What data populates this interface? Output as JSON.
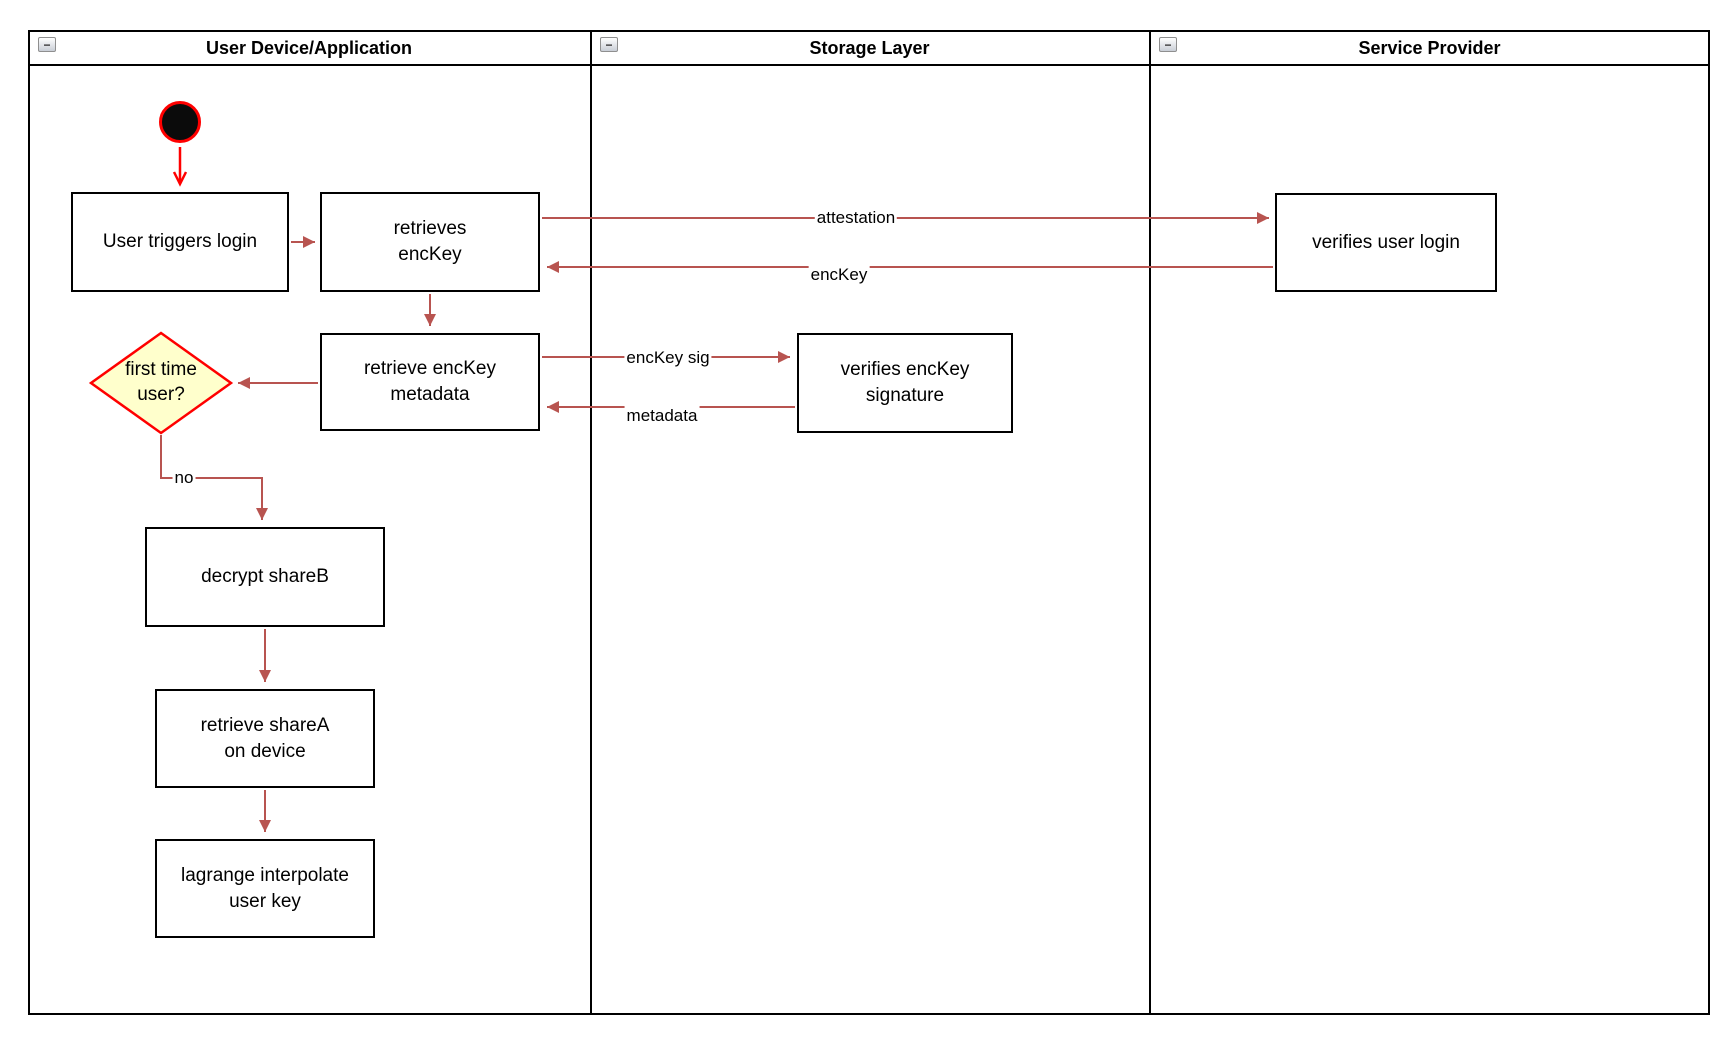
{
  "lanes": [
    {
      "title": "User Device/Application"
    },
    {
      "title": "Storage Layer"
    },
    {
      "title": "Service Provider"
    }
  ],
  "collapse_glyph": "−",
  "nodes": {
    "user_triggers_login": "User triggers login",
    "retrieves_enckey": "retrieves\nencKey",
    "retrieve_enckey_metadata": "retrieve encKey\nmetadata",
    "first_time_user": "first time\nuser?",
    "decrypt_shareb": "decrypt shareB",
    "retrieve_sharea_on_device": "retrieve shareA\non device",
    "lagrange_interpolate_user_key": "lagrange interpolate\nuser key",
    "verifies_enckey_signature": "verifies encKey\nsignature",
    "verifies_user_login": "verifies user login"
  },
  "edge_labels": {
    "attestation": "attestation",
    "enckey": "encKey",
    "enckey_sig": "encKey sig",
    "metadata": "metadata",
    "no": "no"
  },
  "colors": {
    "arrow": "#b85450",
    "highlight": "#ff0000",
    "decision_fill": "#ffffcc",
    "node_border": "#000000"
  }
}
